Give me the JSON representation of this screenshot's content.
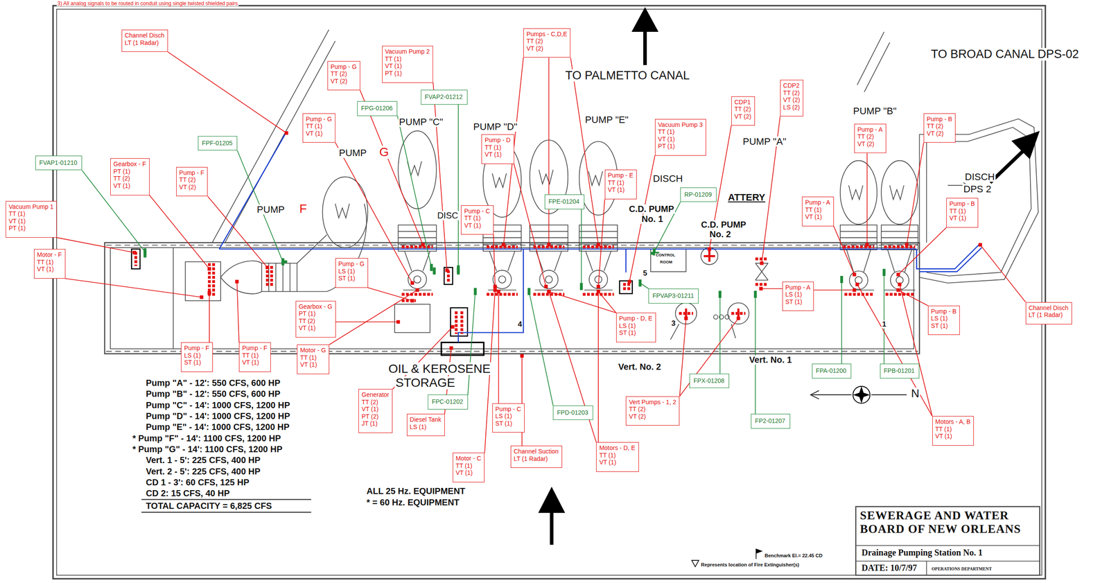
{
  "diagram": {
    "title": "SEWERAGE AND WATER BOARD OF NEW ORLEANS",
    "nodes": [
      {
        "text": [
          "Pumps - C,D,E",
          "TT (2)",
          "VT (2)"
        ]
      },
      {
        "text": [
          "Channel Disch",
          "LT (1 Radar)"
        ]
      },
      {
        "text": [
          "Vacuum Pump 2",
          "TT (1)",
          "VT (1)",
          "PT (1)"
        ]
      },
      {
        "text": [
          "Pump - G",
          "TT (2)",
          "VT (2)"
        ]
      },
      {
        "text": [
          "FVAP2-01212"
        ]
      },
      {
        "text": [
          "CDP2",
          "TT (2)",
          "VT (2)",
          "LS (2)"
        ]
      },
      {
        "text": [
          "CDP1",
          "TT (2)",
          "VT (2)"
        ]
      },
      {
        "text": [
          "FPG-01206"
        ]
      },
      {
        "text": [
          "Pump - G",
          "TT (1)",
          "VT (1)"
        ]
      },
      {
        "text": [
          "Pump - B",
          "TT (2)",
          "VT (2)"
        ]
      },
      {
        "text": [
          "Vacuum Pump 3",
          "TT (1)",
          "VT (1)",
          "PT (1)"
        ]
      },
      {
        "text": [
          "Pump - A",
          "TT (2)",
          "VT (2)"
        ]
      },
      {
        "text": [
          "Pump - D",
          "TT (1)",
          "VT (1)"
        ]
      },
      {
        "text": [
          "FPF-01205"
        ]
      },
      {
        "text": [
          "FVAP1-01210"
        ]
      },
      {
        "text": [
          "Gearbox - F",
          "PT (1)",
          "TT (2)",
          "VT (1)"
        ]
      },
      {
        "text": [
          "Pump - F",
          "TT (2)",
          "VT (2)"
        ]
      },
      {
        "text": [
          "Pump - E",
          "TT (1)",
          "VT (1)"
        ]
      },
      {
        "text": [
          "RP-01209"
        ]
      },
      {
        "text": [
          "FPE-01204"
        ]
      },
      {
        "text": [
          "Pump - A",
          "TT (1)",
          "VT (1)"
        ]
      },
      {
        "text": [
          "Pump - B",
          "TT (1)",
          "VT (1)"
        ]
      },
      {
        "text": [
          "Vacuum Pump 1",
          "TT (1)",
          "VT (1)",
          "PT (1)"
        ]
      },
      {
        "text": [
          "Pump - C",
          "TT (1)",
          "VT (1)"
        ]
      },
      {
        "text": [
          "Motor - F",
          "TT (1)",
          "VT (1)"
        ]
      },
      {
        "text": [
          "Pump - G",
          "LS (1)",
          "ST (1)"
        ]
      },
      {
        "text": [
          "Pump - A",
          "LS (1)",
          "ST (1)"
        ]
      },
      {
        "text": [
          "FPVAP3-01211"
        ]
      },
      {
        "text": [
          "Gearbox - G",
          "PT (1)",
          "TT (2)",
          "VT (1)"
        ]
      },
      {
        "text": [
          "Channel Disch",
          "LT (1 Radar)"
        ]
      },
      {
        "text": [
          "Pump - B",
          "LS (1)",
          "ST (1)"
        ]
      },
      {
        "text": [
          "Pump - D, E",
          "LS (1)",
          "ST (1)"
        ]
      },
      {
        "text": [
          "Pump - F",
          "LS (1)",
          "ST (1)"
        ]
      },
      {
        "text": [
          "Pump - F",
          "TT (1)",
          "VT (1)"
        ]
      },
      {
        "text": [
          "Motor - G",
          "TT (1)",
          "VT (1)"
        ]
      },
      {
        "text": [
          "FPA-01200"
        ]
      },
      {
        "text": [
          "FPB-01201"
        ]
      },
      {
        "text": [
          "FPX-01208"
        ]
      },
      {
        "text": [
          "Generator",
          "TT (2)",
          "VT (1)",
          "PT (2)",
          "JT (1)"
        ]
      },
      {
        "text": [
          "FPC-01202"
        ]
      },
      {
        "text": [
          "Vert Pumps - 1, 2",
          "TT (2)",
          "VT (2)"
        ]
      },
      {
        "text": [
          "Pump - C",
          "LS (1)",
          "ST (1)"
        ]
      },
      {
        "text": [
          "FPD-01203"
        ]
      },
      {
        "text": [
          "Diesel Tank",
          "LS (1)"
        ]
      },
      {
        "text": [
          "FP2-01207"
        ]
      },
      {
        "text": [
          "Motors - A, B",
          "TT (1)",
          "VT (1)"
        ]
      },
      {
        "text": [
          "Motors - D, E",
          "TT (1)",
          "VT (1)"
        ]
      },
      {
        "text": [
          "Channel Suction",
          "LT (1 Radar)"
        ]
      },
      {
        "text": [
          "Motor - C",
          "TT (1)",
          "VT (1)"
        ]
      }
    ],
    "labels": [
      "3) All analog signals to be routed in conduit using single twisted shielded pairs",
      "TO PALMETTO CANAL",
      "TO BROAD CANAL DPS-02",
      "PUMP",
      "F",
      "PUMP",
      "G",
      "PUMP \"C\"",
      "PUMP \"D\"",
      "PUMP \"E\"",
      "PUMP \"A\"",
      "PUMP \"B\"",
      "DISC",
      "DISCH",
      "ATTERY",
      "C.D. PUMP",
      "No. 1",
      "C.D. PUMP",
      "No. 2",
      "CONTROL",
      "ROOM",
      "5",
      "4",
      "3",
      "1",
      "Vert. No. 2",
      "Vert. No. 1",
      "DISCH",
      "DPS 2",
      "OIL & KEROSENE",
      "STORAGE",
      "N",
      "Pump \"A\" - 12': 550 CFS, 600 HP",
      "Pump \"B\" - 12': 550 CFS, 600 HP",
      "Pump \"C\" - 14': 1000 CFS, 1200 HP",
      "Pump \"D\" - 14': 1000 CFS, 1200 HP",
      "Pump \"E\" - 14': 1000 CFS, 1200 HP",
      "* Pump \"F\" - 14': 1100 CFS, 1200 HP",
      "* Pump \"G\" - 14': 1100 CFS, 1200 HP",
      "Vert. 1 - 5': 225 CFS, 400 HP",
      "Vert. 2 - 5': 225 CFS, 400 HP",
      "CD 1 - 3': 60 CFS, 125 HP",
      "CD 2: 15 CFS, 40 HP",
      "TOTAL CAPACITY = 6,825 CFS",
      "ALL 25 Hz. EQUIPMENT",
      "* = 60 Hz. EQUIPMENT",
      "Benchmark El.= 22.45 CD",
      "Represents location of Fire Extinguisher(s)",
      "Drainage Pumping Station No. 1",
      "DATE: 10/7/97",
      "OPERATIONS DEPARTMENT"
    ]
  }
}
